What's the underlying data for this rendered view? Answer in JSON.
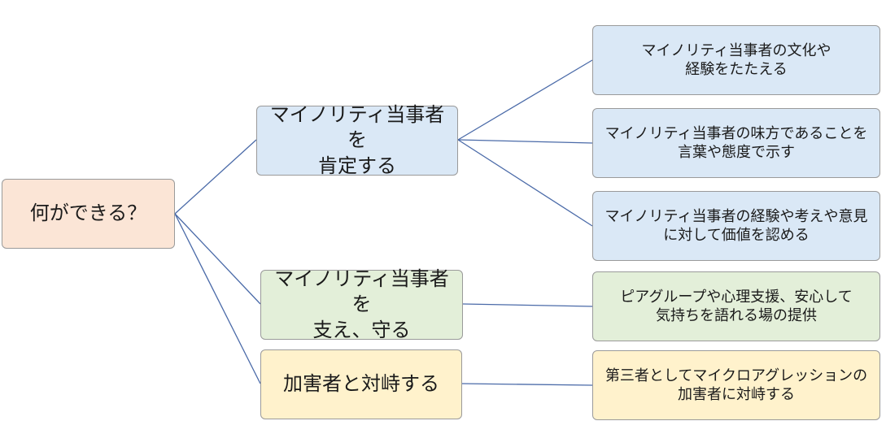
{
  "root": {
    "label": "何ができる？"
  },
  "branches": [
    {
      "label": "マイノリティ当事者を\n肯定する",
      "color": "#dae8f6",
      "children": [
        {
          "label": "マイノリティ当事者の文化や\n経験をたたえる"
        },
        {
          "label": "マイノリティ当事者の味方であることを\n言葉や態度で示す"
        },
        {
          "label": "マイノリティ当事者の経験や考えや意見\nに対して価値を認める"
        }
      ]
    },
    {
      "label": "マイノリティ当事者を\n支え、守る",
      "color": "#e3efd9",
      "children": [
        {
          "label": "ピアグループや心理支援、安心して\n気持ちを語れる場の提供"
        }
      ]
    },
    {
      "label": "加害者と対峙する",
      "color": "#fff2cc",
      "children": [
        {
          "label": "第三者としてマイクロアグレッションの\n加害者に対峙する"
        }
      ]
    }
  ],
  "colors": {
    "root": "#fbe5d6",
    "connector": "#4a6aa8"
  }
}
